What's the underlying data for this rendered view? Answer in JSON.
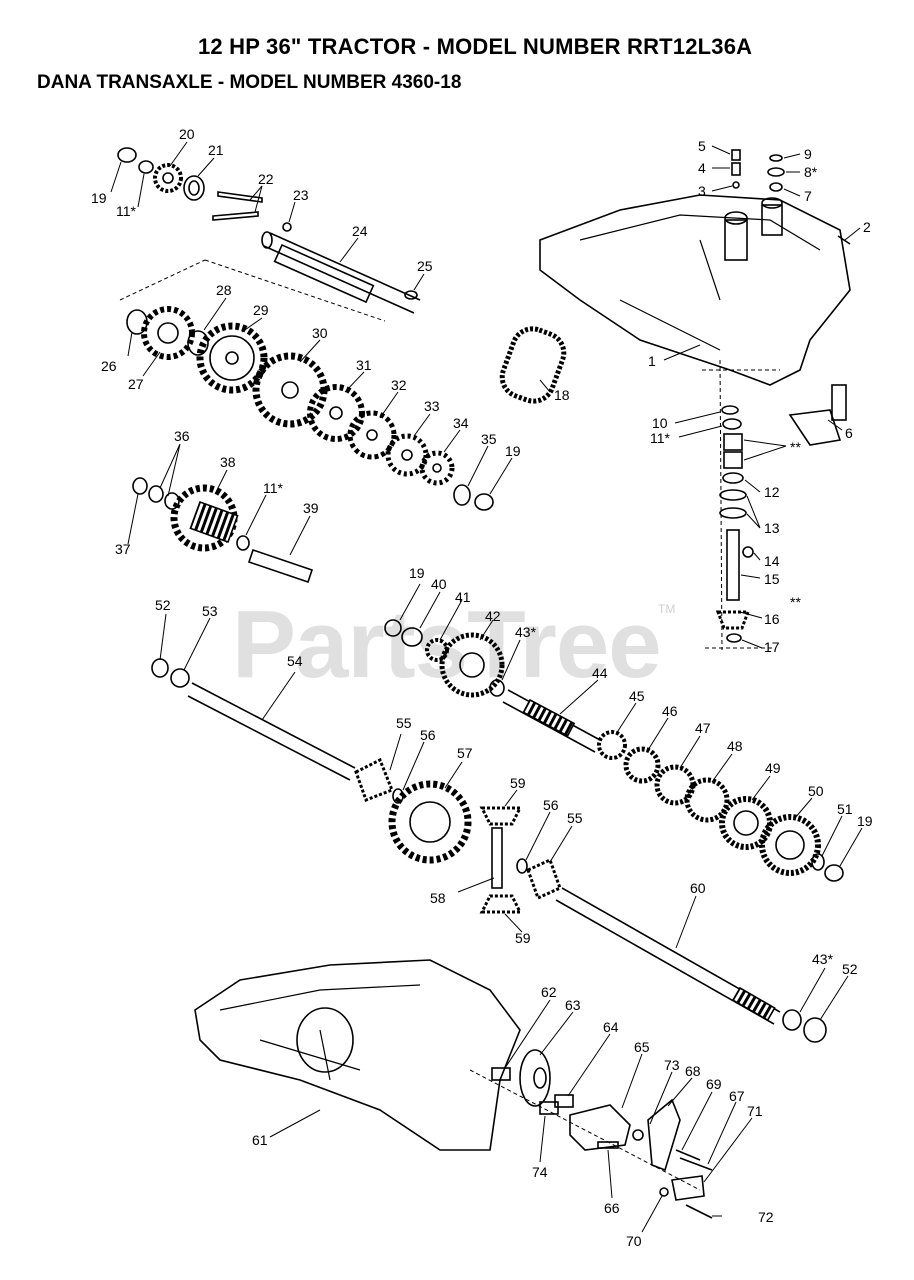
{
  "title": "12 HP 36\" TRACTOR  - MODEL NUMBER RRT12L36A",
  "subtitle": "DANA TRANSAXLE - MODEL NUMBER 4360-18",
  "watermark": "PartsTree",
  "watermark_tm": "TM",
  "callouts": [
    {
      "id": "c20",
      "text": "20"
    },
    {
      "id": "c21",
      "text": "21"
    },
    {
      "id": "c22",
      "text": "22"
    },
    {
      "id": "c19a",
      "text": "19"
    },
    {
      "id": "c11a",
      "text": "11*"
    },
    {
      "id": "c23",
      "text": "23"
    },
    {
      "id": "c24",
      "text": "24"
    },
    {
      "id": "c25",
      "text": "25"
    },
    {
      "id": "c28",
      "text": "28"
    },
    {
      "id": "c29",
      "text": "29"
    },
    {
      "id": "c26",
      "text": "26"
    },
    {
      "id": "c27",
      "text": "27"
    },
    {
      "id": "c30",
      "text": "30"
    },
    {
      "id": "c31",
      "text": "31"
    },
    {
      "id": "c32",
      "text": "32"
    },
    {
      "id": "c33",
      "text": "33"
    },
    {
      "id": "c34",
      "text": "34"
    },
    {
      "id": "c35",
      "text": "35"
    },
    {
      "id": "c19b",
      "text": "19"
    },
    {
      "id": "c18",
      "text": "18"
    },
    {
      "id": "c36",
      "text": "36"
    },
    {
      "id": "c38",
      "text": "38"
    },
    {
      "id": "c37",
      "text": "37"
    },
    {
      "id": "c11b",
      "text": "11*"
    },
    {
      "id": "c39",
      "text": "39"
    },
    {
      "id": "c5",
      "text": "5"
    },
    {
      "id": "c4",
      "text": "4"
    },
    {
      "id": "c3",
      "text": "3"
    },
    {
      "id": "c9",
      "text": "9"
    },
    {
      "id": "c8",
      "text": "8*"
    },
    {
      "id": "c7",
      "text": "7"
    },
    {
      "id": "c2",
      "text": "2"
    },
    {
      "id": "c1",
      "text": "1"
    },
    {
      "id": "c10",
      "text": "10"
    },
    {
      "id": "c11c",
      "text": "11*"
    },
    {
      "id": "c6",
      "text": "6"
    },
    {
      "id": "cstar1",
      "text": "**"
    },
    {
      "id": "c12",
      "text": "12"
    },
    {
      "id": "c13",
      "text": "13"
    },
    {
      "id": "c14",
      "text": "14"
    },
    {
      "id": "c15",
      "text": "15"
    },
    {
      "id": "cstar2",
      "text": "**"
    },
    {
      "id": "c16",
      "text": "16"
    },
    {
      "id": "c17",
      "text": "17"
    },
    {
      "id": "c52a",
      "text": "52"
    },
    {
      "id": "c53",
      "text": "53"
    },
    {
      "id": "c19c",
      "text": "19"
    },
    {
      "id": "c40",
      "text": "40"
    },
    {
      "id": "c41",
      "text": "41"
    },
    {
      "id": "c42",
      "text": "42"
    },
    {
      "id": "c43a",
      "text": "43*"
    },
    {
      "id": "c54",
      "text": "54"
    },
    {
      "id": "c44",
      "text": "44"
    },
    {
      "id": "c45",
      "text": "45"
    },
    {
      "id": "c46",
      "text": "46"
    },
    {
      "id": "c47",
      "text": "47"
    },
    {
      "id": "c48",
      "text": "48"
    },
    {
      "id": "c49",
      "text": "49"
    },
    {
      "id": "c50",
      "text": "50"
    },
    {
      "id": "c51",
      "text": "51"
    },
    {
      "id": "c19d",
      "text": "19"
    },
    {
      "id": "c55a",
      "text": "55"
    },
    {
      "id": "c56a",
      "text": "56"
    },
    {
      "id": "c57",
      "text": "57"
    },
    {
      "id": "c59a",
      "text": "59"
    },
    {
      "id": "c56b",
      "text": "56"
    },
    {
      "id": "c55b",
      "text": "55"
    },
    {
      "id": "c58",
      "text": "58"
    },
    {
      "id": "c59b",
      "text": "59"
    },
    {
      "id": "c60",
      "text": "60"
    },
    {
      "id": "c43b",
      "text": "43*"
    },
    {
      "id": "c52b",
      "text": "52"
    },
    {
      "id": "c62",
      "text": "62"
    },
    {
      "id": "c63",
      "text": "63"
    },
    {
      "id": "c64",
      "text": "64"
    },
    {
      "id": "c65",
      "text": "65"
    },
    {
      "id": "c73",
      "text": "73"
    },
    {
      "id": "c68",
      "text": "68"
    },
    {
      "id": "c69",
      "text": "69"
    },
    {
      "id": "c67",
      "text": "67"
    },
    {
      "id": "c71",
      "text": "71"
    },
    {
      "id": "c61",
      "text": "61"
    },
    {
      "id": "c74",
      "text": "74"
    },
    {
      "id": "c66",
      "text": "66"
    },
    {
      "id": "c72",
      "text": "72"
    },
    {
      "id": "c70",
      "text": "70"
    }
  ]
}
